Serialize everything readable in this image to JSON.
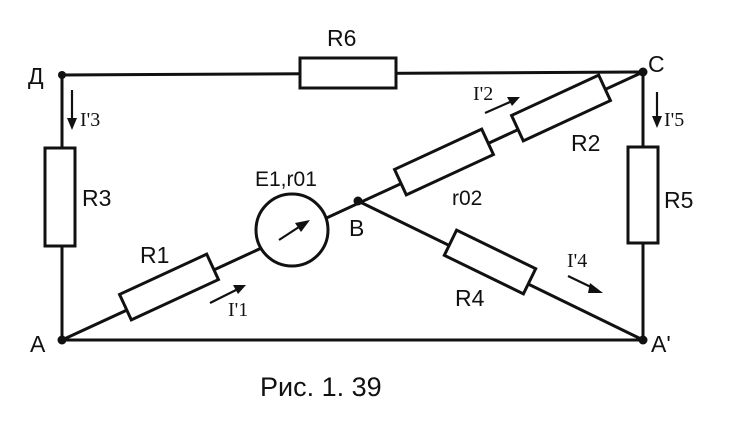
{
  "nodes": {
    "d": "Д",
    "c": "C",
    "b": "B",
    "a": "A",
    "a_prime": "A'"
  },
  "resistors": {
    "r1": "R1",
    "r2": "R2",
    "r3": "R3",
    "r4": "R4",
    "r5": "R5",
    "r6": "R6",
    "r02": "r02"
  },
  "source": {
    "label": "E1,r01"
  },
  "currents": {
    "i1": "I'1",
    "i2": "I'2",
    "i3": "I'3",
    "i4": "I'4",
    "i5": "I'5"
  },
  "caption": "Рис. 1. 39"
}
